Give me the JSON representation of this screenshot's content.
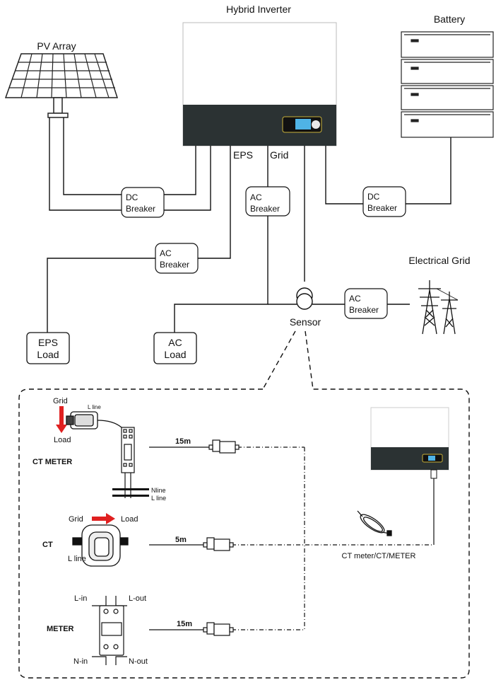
{
  "components": {
    "inverter": "Hybrid Inverter",
    "battery": "Battery",
    "pv": "PV Array",
    "grid": "Electrical Grid",
    "sensor": "Sensor"
  },
  "ports": {
    "eps": "EPS",
    "grid": "Grid"
  },
  "breakers": {
    "dc_pv": [
      "DC",
      "Breaker"
    ],
    "dc_battery": [
      "DC",
      "Breaker"
    ],
    "ac_grid_port": [
      "AC",
      "Breaker"
    ],
    "ac_eps": [
      "AC",
      "Breaker"
    ],
    "ac_grid": [
      "AC",
      "Breaker"
    ]
  },
  "loads": {
    "eps": [
      "EPS",
      "Load"
    ],
    "ac": [
      "AC",
      "Load"
    ]
  },
  "detail": {
    "ct_meter": {
      "title": "CT METER",
      "grid": "Grid",
      "load": "Load",
      "l_line": "L line",
      "n_line": "Nline",
      "l_line_bottom": "L line",
      "cable": "15m"
    },
    "ct": {
      "title": "CT",
      "grid": "Grid",
      "load": "Load",
      "l_line": "L line",
      "cable": "5m"
    },
    "meter": {
      "title": "METER",
      "l_in": "L-in",
      "l_out": "L-out",
      "n_in": "N-in",
      "n_out": "N-out",
      "cable": "15m"
    },
    "cable_label": "CT meter/CT/METER"
  },
  "colors": {
    "panel_dark": "#2b3233",
    "screen": "#4fb3e6",
    "arrow_red": "#e02020"
  }
}
